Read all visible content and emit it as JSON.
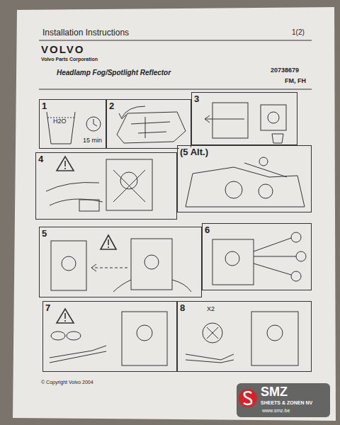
{
  "diagram": {
    "title": "Installation Instructions",
    "nodes": [
      {
        "text": [
          "1",
          "H2O",
          "15 min"
        ]
      },
      {
        "text": [
          "2"
        ]
      },
      {
        "text": [
          "3"
        ]
      },
      {
        "text": [
          "4"
        ]
      },
      {
        "text": [
          "(5 Alt.)"
        ]
      },
      {
        "text": [
          "5"
        ]
      },
      {
        "text": [
          "6"
        ]
      },
      {
        "text": [
          "7"
        ]
      },
      {
        "text": [
          "8",
          "X2"
        ]
      }
    ],
    "labels": [
      "1(2)",
      "VOLVO",
      "Volvo Parts Corporation",
      "Headlamp Fog/Spotlight Reflector",
      "20738679",
      "FM, FH",
      "© Copyright Volvo 2004",
      "SMZ",
      "SHEETS & ZONEN NV",
      "www.smz.be"
    ]
  }
}
